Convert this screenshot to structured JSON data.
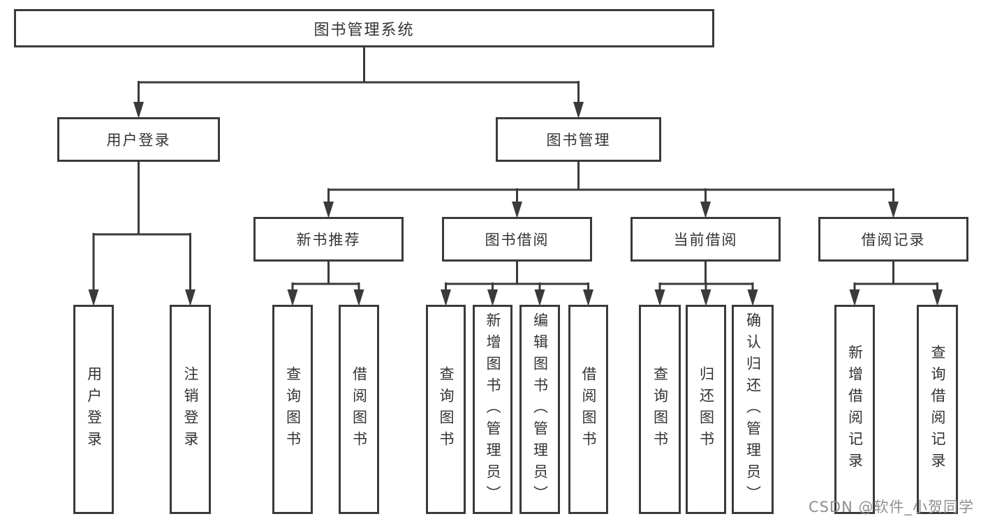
{
  "tree": {
    "label": "图书管理系统",
    "children": [
      {
        "label": "用户登录",
        "children": [
          {
            "label": "用户登录"
          },
          {
            "label": "注销登录"
          }
        ]
      },
      {
        "label": "图书管理",
        "children": [
          {
            "label": "新书推荐",
            "children": [
              {
                "label": "查询图书"
              },
              {
                "label": "借阅图书"
              }
            ]
          },
          {
            "label": "图书借阅",
            "children": [
              {
                "label": "查询图书"
              },
              {
                "label": "新增图书（管理员）"
              },
              {
                "label": "编辑图书（管理员）"
              },
              {
                "label": "借阅图书"
              }
            ]
          },
          {
            "label": "当前借阅",
            "children": [
              {
                "label": "查询图书"
              },
              {
                "label": "归还图书"
              },
              {
                "label": "确认归还（管理员）"
              }
            ]
          },
          {
            "label": "借阅记录",
            "children": [
              {
                "label": "新增借阅记录"
              },
              {
                "label": "查询借阅记录"
              }
            ]
          }
        ]
      }
    ]
  },
  "watermark": {
    "text": "CSDN @软件_小贺同学"
  },
  "colors": {
    "line": "#3a3a3a",
    "text": "#333333",
    "watermark": "#8f8f8f",
    "background": "#ffffff"
  }
}
